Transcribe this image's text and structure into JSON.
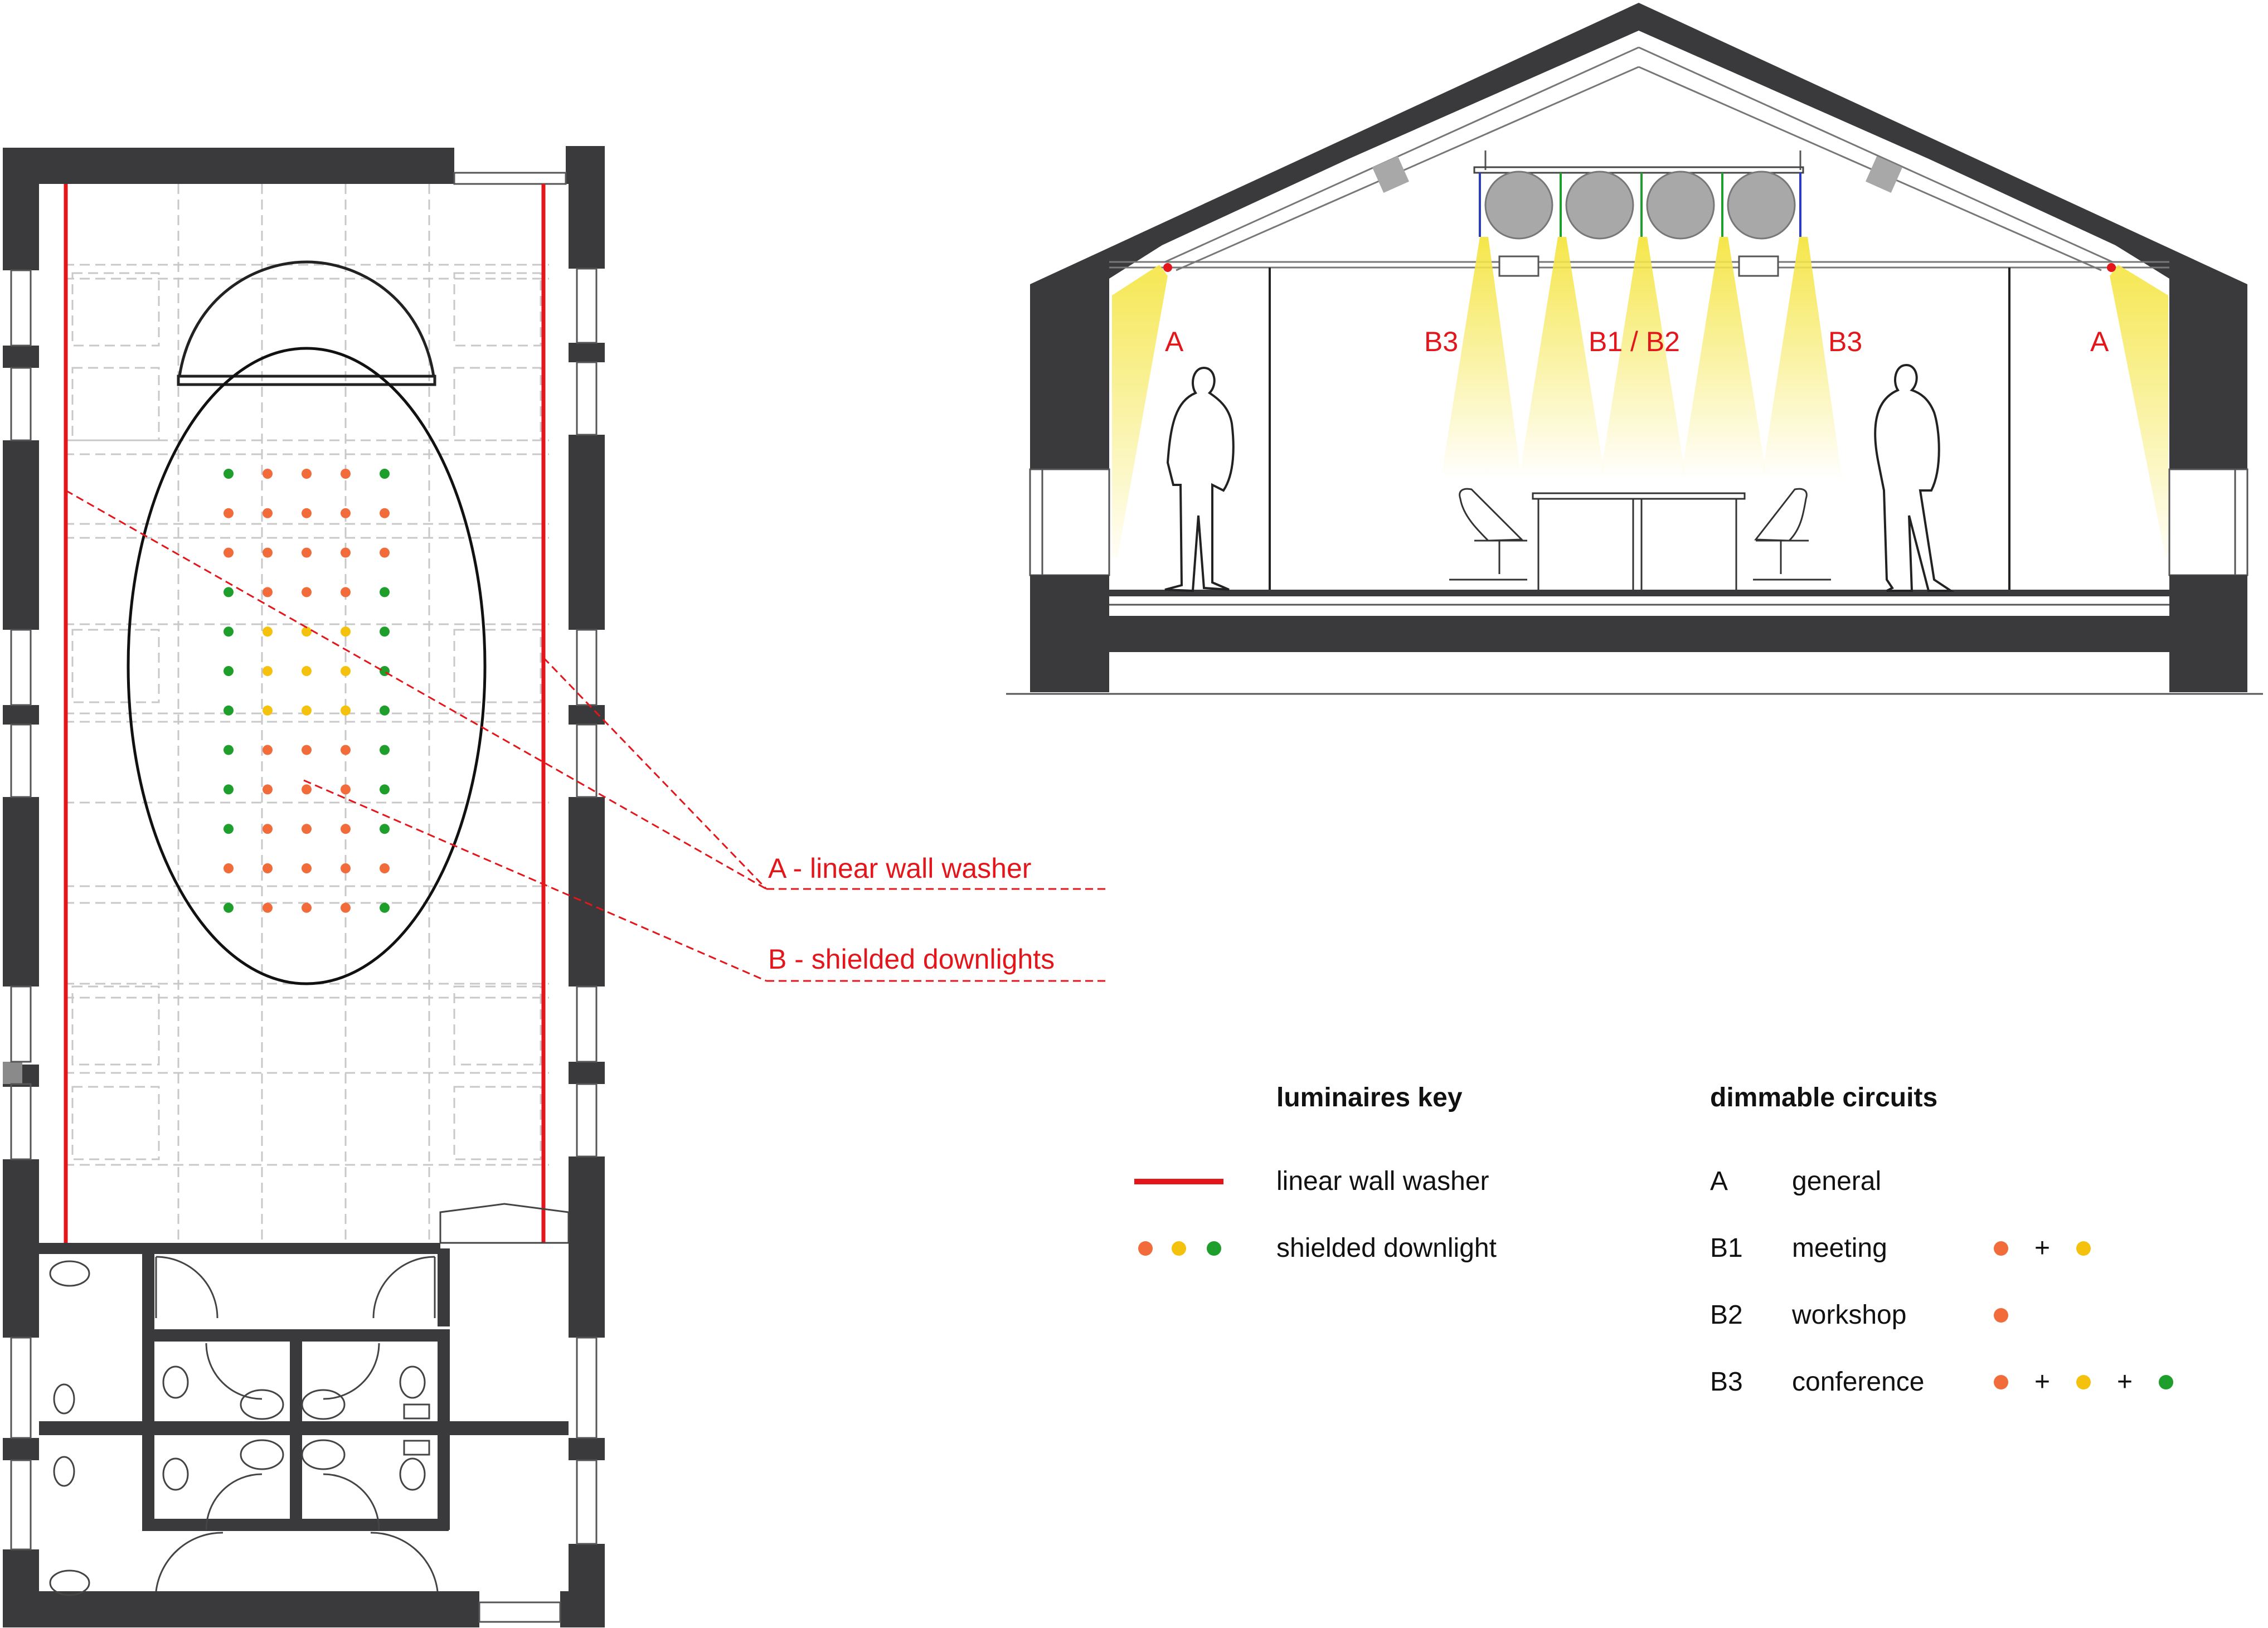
{
  "colors": {
    "wall": "#3a3a3c",
    "wall_washer": "#e3161b",
    "callout": "#e3161b",
    "light_beam": "#f5e64a",
    "dot_orange": "#f26b3a",
    "dot_yellow": "#f4c20d",
    "dot_green": "#1e9e2a",
    "grid": "#c8c8c8",
    "duct": "#a8a8a8"
  },
  "plan": {
    "callouts": {
      "a": "A - linear wall washer",
      "b": "B - shielded downlights"
    },
    "downlight_grid": {
      "columns": 5,
      "rows": 12,
      "pattern": [
        [
          "green",
          "orange",
          "orange",
          "orange",
          "green"
        ],
        [
          "orange",
          "orange",
          "orange",
          "orange",
          "orange"
        ],
        [
          "orange",
          "orange",
          "orange",
          "orange",
          "orange"
        ],
        [
          "green",
          "orange",
          "orange",
          "orange",
          "green"
        ],
        [
          "green",
          "yellow",
          "yellow",
          "yellow",
          "green"
        ],
        [
          "green",
          "yellow",
          "yellow",
          "yellow",
          "green"
        ],
        [
          "green",
          "yellow",
          "yellow",
          "yellow",
          "green"
        ],
        [
          "green",
          "orange",
          "orange",
          "orange",
          "green"
        ],
        [
          "green",
          "orange",
          "orange",
          "orange",
          "green"
        ],
        [
          "green",
          "orange",
          "orange",
          "orange",
          "green"
        ],
        [
          "orange",
          "orange",
          "orange",
          "orange",
          "orange"
        ],
        [
          "green",
          "orange",
          "orange",
          "orange",
          "green"
        ]
      ]
    }
  },
  "section": {
    "labels": {
      "left_a": "A",
      "b3_left": "B3",
      "b1_b2": "B1 / B2",
      "b3_right": "B3",
      "right_a": "A"
    }
  },
  "legend": {
    "luminaires_title": "luminaires key",
    "wall_washer_label": "linear wall washer",
    "downlight_label": "shielded downlight",
    "circuits_title": "dimmable circuits",
    "circuits": [
      {
        "code": "A",
        "name": "general",
        "dots": []
      },
      {
        "code": "B1",
        "name": "meeting",
        "dots": [
          "orange",
          "yellow"
        ]
      },
      {
        "code": "B2",
        "name": "workshop",
        "dots": [
          "orange"
        ]
      },
      {
        "code": "B3",
        "name": "conference",
        "dots": [
          "orange",
          "yellow",
          "green"
        ]
      }
    ],
    "plus": "+"
  }
}
